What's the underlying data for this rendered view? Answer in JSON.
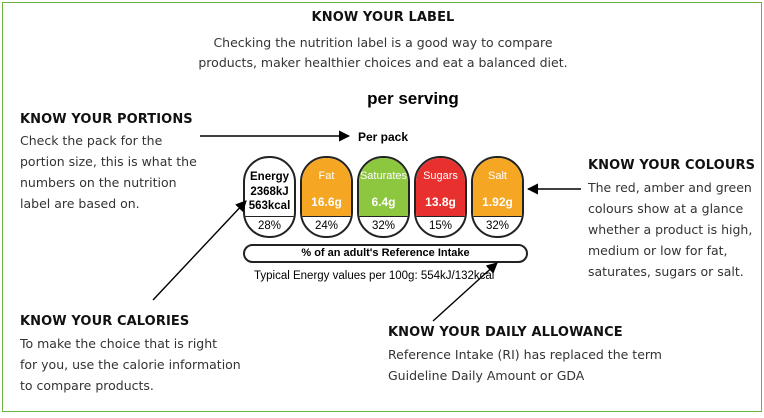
{
  "header": {
    "title": "KNOW YOUR LABEL",
    "intro_line1": "Checking the nutrition label is a good way to compare",
    "intro_line2": "products, maker healthier choices and eat a balanced diet."
  },
  "portions": {
    "heading": "KNOW YOUR PORTIONS",
    "lines": [
      "Check the pack for the",
      "portion size, this is what the",
      "numbers on the nutrition",
      "label are based on."
    ]
  },
  "colours": {
    "heading": "KNOW YOUR COLOURS",
    "lines": [
      "The red, amber and green",
      "colours show at a glance",
      "whether a product is high,",
      "medium or low for fat,",
      "saturates, sugars or salt."
    ]
  },
  "calories": {
    "heading": "KNOW YOUR CALORIES",
    "lines": [
      "To make the choice that is right",
      "for you, use the calorie information",
      "to compare products."
    ]
  },
  "allowance": {
    "heading": "KNOW YOUR DAILY ALLOWANCE",
    "lines": [
      "Reference Intake (RI) has replaced the term",
      "Guideline Daily Amount or GDA"
    ]
  },
  "label": {
    "per_serving": "per serving",
    "per_pack": "Per pack",
    "energy": {
      "name": "Energy",
      "kj": "2368kJ",
      "kcal": "563kcal",
      "percent": "28%"
    },
    "nutrients": [
      {
        "name": "Fat",
        "amount": "16.6g",
        "percent": "24%",
        "color": "#f5a623"
      },
      {
        "name": "Saturates",
        "amount": "6.4g",
        "percent": "32%",
        "color": "#8dc63f"
      },
      {
        "name": "Sugars",
        "amount": "13.8g",
        "percent": "15%",
        "color": "#e8312f"
      },
      {
        "name": "Salt",
        "amount": "1.92g",
        "percent": "32%",
        "color": "#f5a623"
      }
    ],
    "ri_text": "% of an adult's Reference Intake",
    "typical": "Typical Energy values per 100g: 554kJ/132kcal"
  },
  "colors": {
    "frame_border": "#6cb33f"
  }
}
